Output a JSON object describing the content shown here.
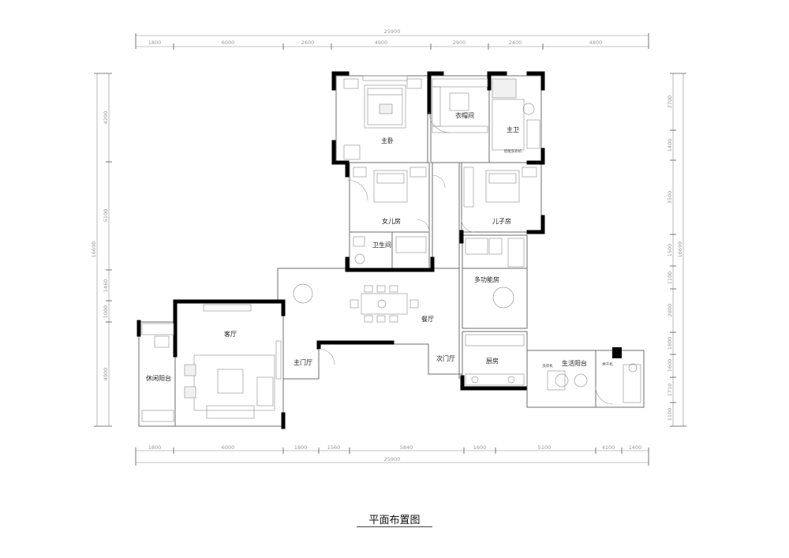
{
  "title": "平面布置图",
  "dimensions": {
    "top_total": "25900",
    "top_segments": [
      "1800",
      "6000",
      "2600",
      "4900",
      "2900",
      "2400",
      "4800"
    ],
    "bottom_segments": [
      "1800",
      "6000",
      "1800",
      "1560",
      "5840",
      "1600",
      "5100",
      "4100",
      "1400"
    ],
    "bottom_total": "25900",
    "left_total": "16690",
    "left_segments": [
      "4200",
      "5100",
      "1460",
      "1000",
      "4900"
    ],
    "right_total": "16690",
    "right_segments": [
      "2700",
      "1400",
      "3500",
      "1500",
      "1100",
      "2800",
      "1800",
      "1600",
      "1710",
      "1100"
    ]
  },
  "rooms": {
    "master_bedroom": "主卧",
    "walk_in_closet": "衣帽间",
    "master_bath": "主卫",
    "daughter_room": "女儿房",
    "son_room": "儿子房",
    "bathroom": "卫生间",
    "multi_function_room": "多功能房",
    "dining_room": "餐厅",
    "living_room": "客厅",
    "leisure_balcony": "休闲阳台",
    "main_foyer": "主门厅",
    "secondary_foyer": "次门厅",
    "kitchen": "厨房",
    "service_balcony": "生活阳台"
  },
  "small_labels": {
    "smart_toilet": "智能洗衣机",
    "washer": "洗衣机",
    "dryer": "烘干机"
  },
  "colors": {
    "wall": "#000000",
    "line": "#8a8a8a"
  }
}
